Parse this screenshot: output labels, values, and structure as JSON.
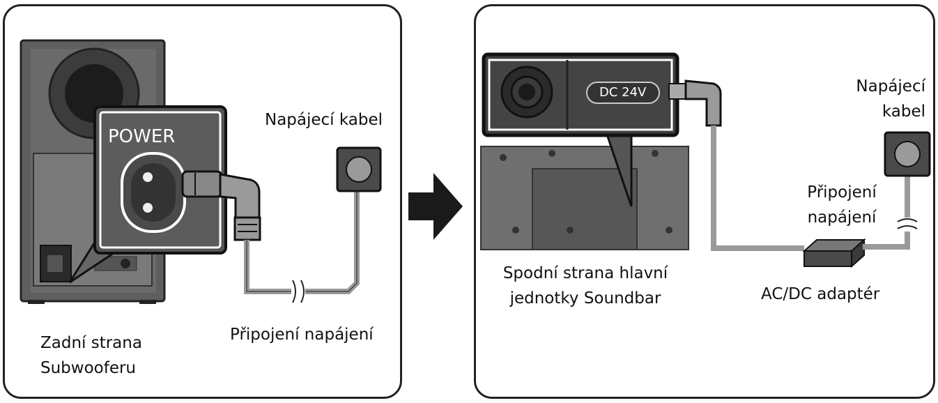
{
  "left_panel": {
    "power_label": "POWER",
    "power_cable_label": "Napájecí kabel",
    "power_connection_label": "Připojení napájení",
    "subwoofer_back_label": [
      "Zadní strana",
      "Subwooferu"
    ]
  },
  "right_panel": {
    "dc_label": "DC 24V",
    "power_cable_label": [
      "Napájecí",
      "kabel"
    ],
    "power_connection_label": [
      "Připojení",
      "napájení"
    ],
    "soundbar_bottom_label": [
      "Spodní strana hlavní",
      "jednotky Soundbar"
    ],
    "adapter_label": "AC/DC adaptér"
  },
  "colors": {
    "outline": "#222222",
    "device_body": "#5a5a5a",
    "cable": "#9a9a9a",
    "outlet": "#4a4a4a",
    "arrow": "#1a1a1a"
  }
}
